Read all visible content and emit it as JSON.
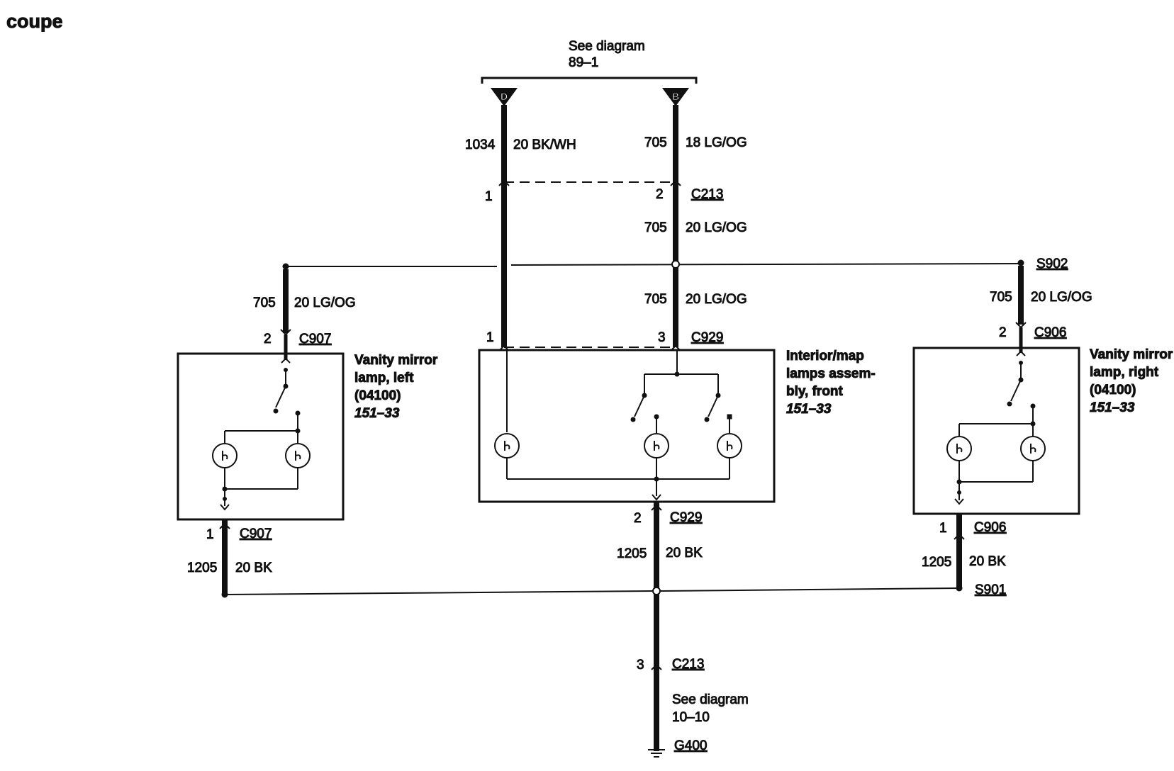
{
  "title": "coupe",
  "top_ref": {
    "line1": "See diagram",
    "line2": "89–1"
  },
  "terminals": [
    {
      "letter": "D",
      "circuit": "1034",
      "wire": "20 BK/WH"
    },
    {
      "letter": "B",
      "circuit": "705",
      "wire": "18 LG/OG"
    }
  ],
  "c213_top": {
    "name": "C213",
    "pin_left": "1",
    "pin_right": "2"
  },
  "mid_wire_upper": {
    "circuit": "705",
    "wire": "20 LG/OG"
  },
  "mid_wire_lower": {
    "circuit": "705",
    "wire": "20 LG/OG"
  },
  "c929_top": {
    "name": "C929",
    "pin_left": "1",
    "pin_right": "3"
  },
  "left_wire_top": {
    "circuit": "705",
    "wire": "20 LG/OG"
  },
  "right_wire_top": {
    "circuit": "705",
    "wire": "20 LG/OG"
  },
  "splices": {
    "top": "S902",
    "bottom": "S901"
  },
  "c907_top": {
    "name": "C907",
    "pin": "2"
  },
  "c906_top": {
    "name": "C906",
    "pin": "2"
  },
  "c907_bottom": {
    "name": "C907",
    "pin": "1"
  },
  "c906_bottom": {
    "name": "C906",
    "pin": "1"
  },
  "c929_bottom": {
    "name": "C929",
    "pin": "2"
  },
  "left_wire_bottom": {
    "circuit": "1205",
    "wire": "20 BK"
  },
  "mid_wire_bottom": {
    "circuit": "1205",
    "wire": "20 BK"
  },
  "right_wire_bottom": {
    "circuit": "1205",
    "wire": "20 BK"
  },
  "c213_bottom": {
    "name": "C213",
    "pin": "3"
  },
  "bottom_ref": {
    "line1": "See diagram",
    "line2": "10–10"
  },
  "ground": "G400",
  "components": {
    "left": {
      "line1": "Vanity mirror",
      "line2": "lamp, left",
      "line3": "(04100)",
      "ref": "151–33"
    },
    "center": {
      "line1": "Interior/map",
      "line2": "lamps assem-",
      "line3": "bly, front",
      "ref": "151–33"
    },
    "right": {
      "line1": "Vanity mirror",
      "line2": "lamp, right",
      "line3": "(04100)",
      "ref": "151–33"
    }
  }
}
